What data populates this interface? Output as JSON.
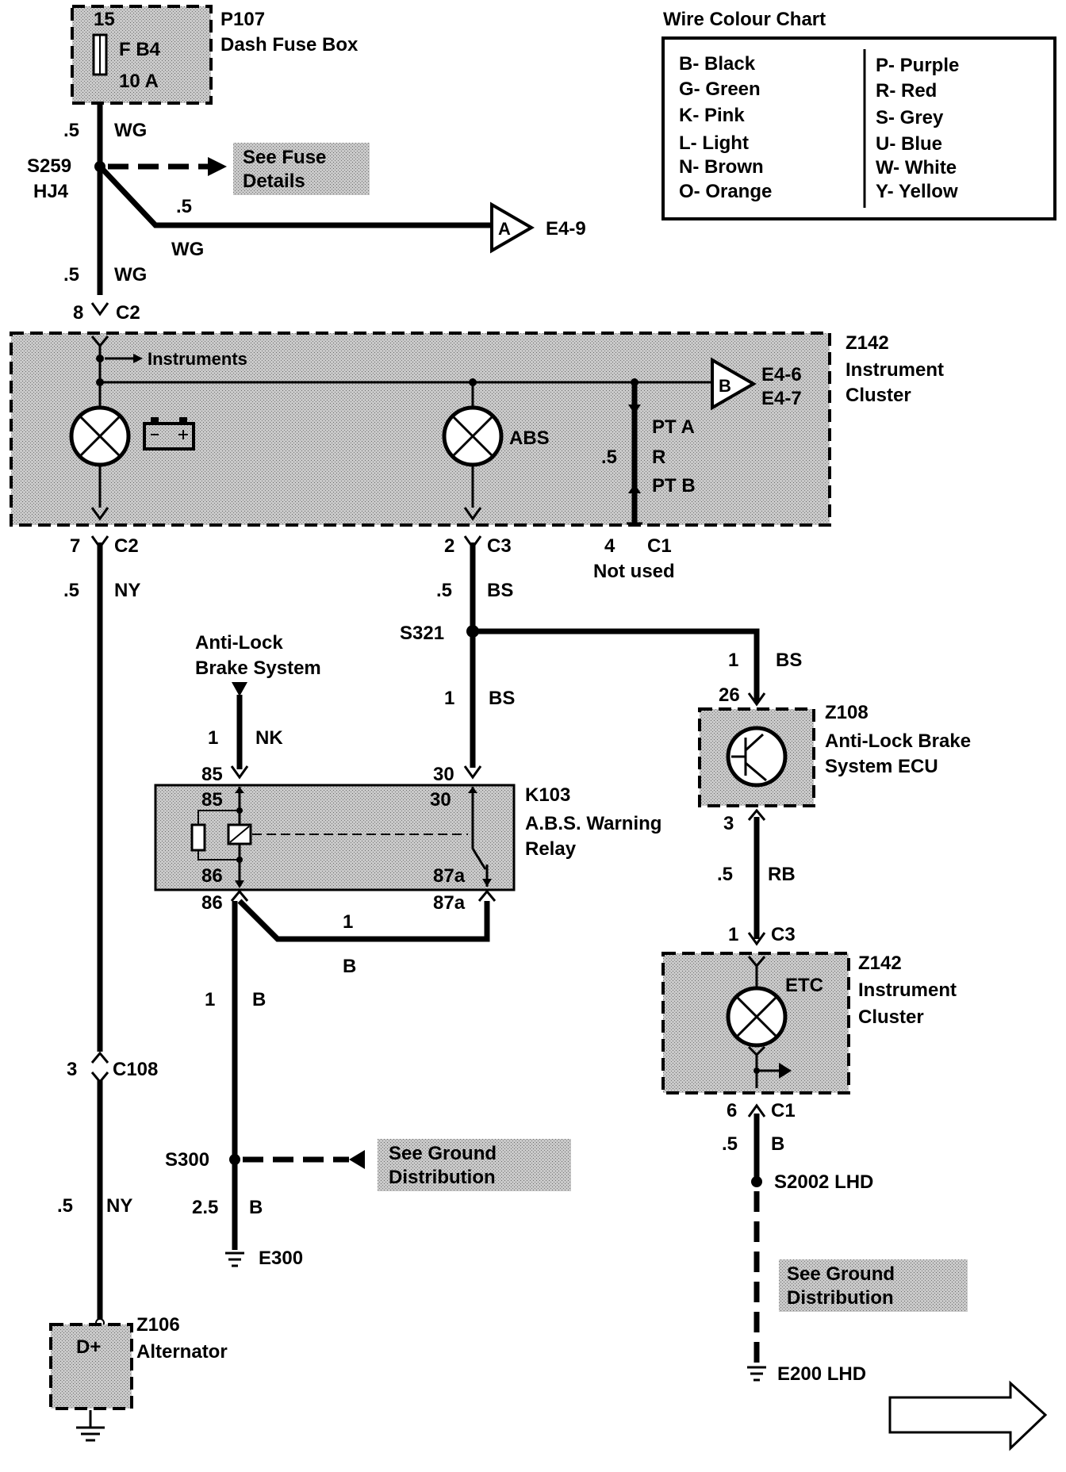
{
  "wire_colour_chart": {
    "title": "Wire Colour Chart",
    "left": [
      "B- Black",
      "G- Green",
      "K- Pink",
      "L- Light",
      "N- Brown",
      "O- Orange"
    ],
    "right": [
      "P- Purple",
      "R- Red",
      "S- Grey",
      "U- Blue",
      "W- White",
      "Y- Yellow"
    ]
  },
  "fuse_box": {
    "id": "P107",
    "name": "Dash Fuse Box",
    "pin": "15",
    "fuse": "F B4",
    "rating": "10 A"
  },
  "splice_s259": {
    "id": "S259",
    "sub": "HJ4",
    "note": [
      "See Fuse",
      "Details"
    ]
  },
  "wire_fuse_out": {
    "size": ".5",
    "color": "WG"
  },
  "wire_branch_a": {
    "size": ".5",
    "color": "WG",
    "connector": "A",
    "ref": "E4-9"
  },
  "wire_to_c2": {
    "size": ".5",
    "color": "WG",
    "pin": "8",
    "connector": "C2"
  },
  "cluster_top": {
    "id": "Z142",
    "name": [
      "Instrument",
      "Cluster"
    ],
    "instruments_label": "Instruments",
    "connector": "B",
    "refs": [
      "E4-6",
      "E4-7"
    ],
    "abs_label": "ABS",
    "pt_a": "PT A",
    "pt_b": "PT B",
    "pt_size": ".5",
    "pt_color": "R"
  },
  "wire_alternator": {
    "pin": "7",
    "connector": "C2",
    "size": ".5",
    "color": "NY"
  },
  "wire_c3": {
    "pin": "2",
    "connector": "C3",
    "size": ".5",
    "color": "BS"
  },
  "c1_unused": {
    "pin": "4",
    "connector": "C1",
    "note": "Not used"
  },
  "splice_s321": {
    "id": "S321",
    "size_down": "1",
    "color_down": "BS",
    "size_right": "1",
    "color_right": "BS"
  },
  "abs_input": {
    "label": [
      "Anti-Lock",
      "Brake System"
    ],
    "size": "1",
    "color": "NK",
    "pin": "85"
  },
  "relay": {
    "id": "K103",
    "name": [
      "A.B.S. Warning",
      "Relay"
    ],
    "pin_85": "85",
    "pin_86": "86",
    "pin_30": "30",
    "pin_87a": "87a"
  },
  "wire_relay_loop": {
    "size": "1",
    "color": "B"
  },
  "wire_86_down": {
    "size": "1",
    "color": "B"
  },
  "splice_s300": {
    "id": "S300",
    "note": [
      "See Ground",
      "Distribution"
    ],
    "size": "2.5",
    "color": "B",
    "ground": "E300"
  },
  "ecu": {
    "id": "Z108",
    "name": [
      "Anti-Lock Brake",
      "System ECU"
    ],
    "pin_in": "26",
    "pin_out": "3"
  },
  "wire_ecu_out": {
    "size": ".5",
    "color": "RB",
    "pin": "1",
    "connector": "C3"
  },
  "cluster_etc": {
    "id": "Z142",
    "name": [
      "Instrument",
      "Cluster"
    ],
    "lamp": "ETC"
  },
  "wire_etc_out": {
    "pin": "6",
    "connector": "C1",
    "size": ".5",
    "color": "B",
    "splice": "S2002 LHD",
    "note": [
      "See Ground",
      "Distribution"
    ],
    "ground": "E200 LHD"
  },
  "wire_c108": {
    "pin": "3",
    "connector": "C108",
    "size": ".5",
    "color": "NY"
  },
  "alternator": {
    "id": "Z106",
    "name": "Alternator",
    "terminal": "D+"
  }
}
